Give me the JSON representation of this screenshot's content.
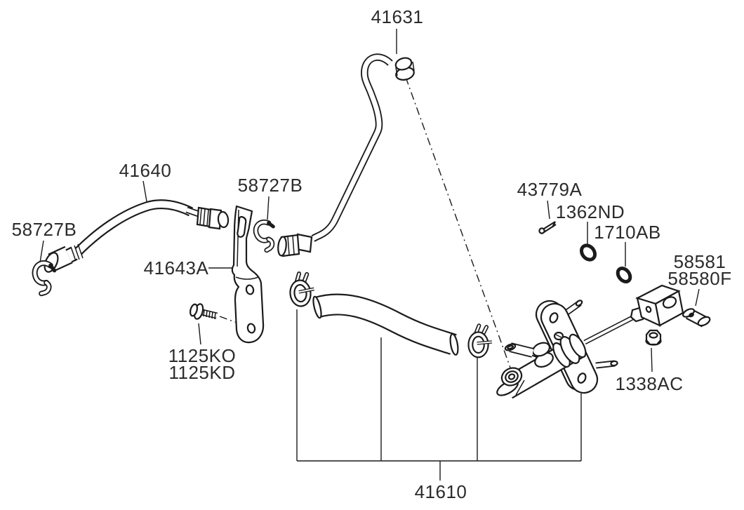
{
  "diagram": {
    "kind": "exploded-parts-line-diagram",
    "background_color": "#ffffff",
    "line_color": "#1b1b1b",
    "label_color": "#2b2b2b",
    "labels": {
      "p41631": "41631",
      "p41640": "41640",
      "p58727b_left": "58727B",
      "p58727b_mid": "58727B",
      "p41643a": "41643A",
      "p1125ko": "1125KO",
      "p1125kd": "1125KD",
      "p43779a": "43779A",
      "p1362nd": "1362ND",
      "p1710ab": "1710AB",
      "p58581": "58581",
      "p58580f": "58580F",
      "p1338ac": "1338AC",
      "p41610": "41610"
    }
  }
}
